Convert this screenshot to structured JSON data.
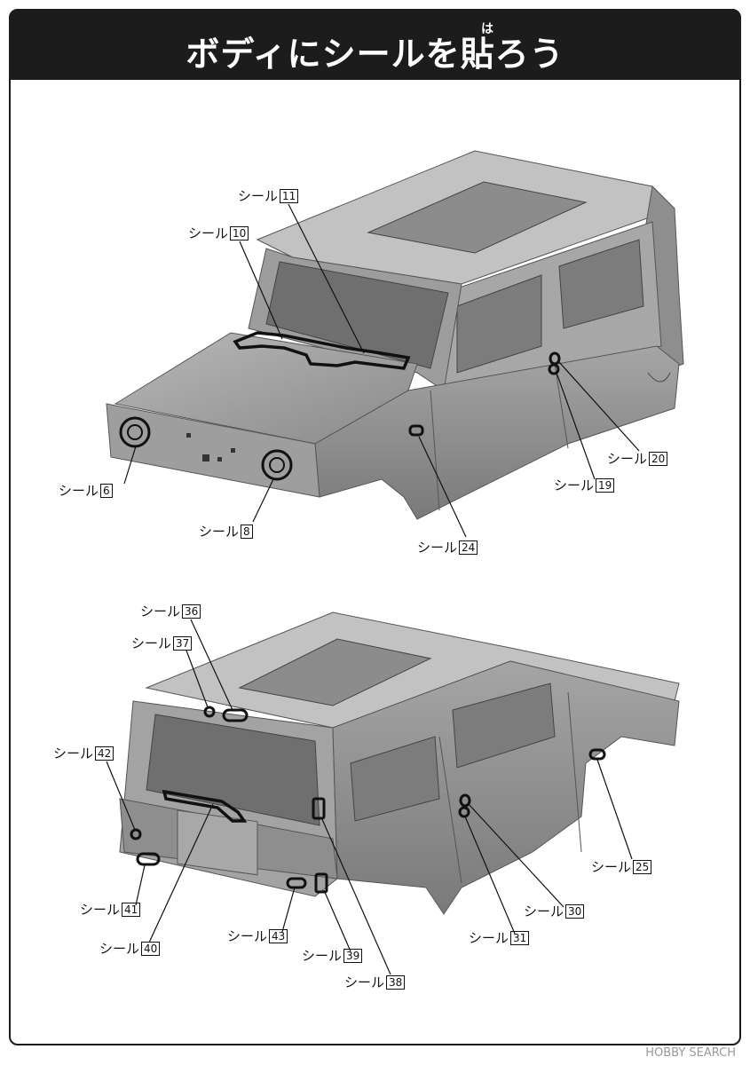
{
  "header": {
    "title": "ボディにシールを貼ろう",
    "ruby": "は"
  },
  "seal_word": "シール",
  "top_labels": [
    {
      "name": "label-seal-11",
      "num": "11"
    },
    {
      "name": "label-seal-10",
      "num": "10"
    },
    {
      "name": "label-seal-20",
      "num": "20"
    },
    {
      "name": "label-seal-19",
      "num": "19"
    },
    {
      "name": "label-seal-6",
      "num": "6"
    },
    {
      "name": "label-seal-8",
      "num": "8"
    },
    {
      "name": "label-seal-24",
      "num": "24"
    }
  ],
  "bottom_labels": [
    {
      "name": "label-seal-36",
      "num": "36"
    },
    {
      "name": "label-seal-37",
      "num": "37"
    },
    {
      "name": "label-seal-42",
      "num": "42"
    },
    {
      "name": "label-seal-41",
      "num": "41"
    },
    {
      "name": "label-seal-40",
      "num": "40"
    },
    {
      "name": "label-seal-43",
      "num": "43"
    },
    {
      "name": "label-seal-39",
      "num": "39"
    },
    {
      "name": "label-seal-38",
      "num": "38"
    },
    {
      "name": "label-seal-25",
      "num": "25"
    },
    {
      "name": "label-seal-30",
      "num": "30"
    },
    {
      "name": "label-seal-31",
      "num": "31"
    }
  ],
  "watermark": "HOBBY SEARCH",
  "colors": {
    "header_bg": "#1c1c1c",
    "body_gray": "#9a9a9a",
    "body_dark": "#7d7d7d",
    "body_light": "#b4b4b4"
  }
}
